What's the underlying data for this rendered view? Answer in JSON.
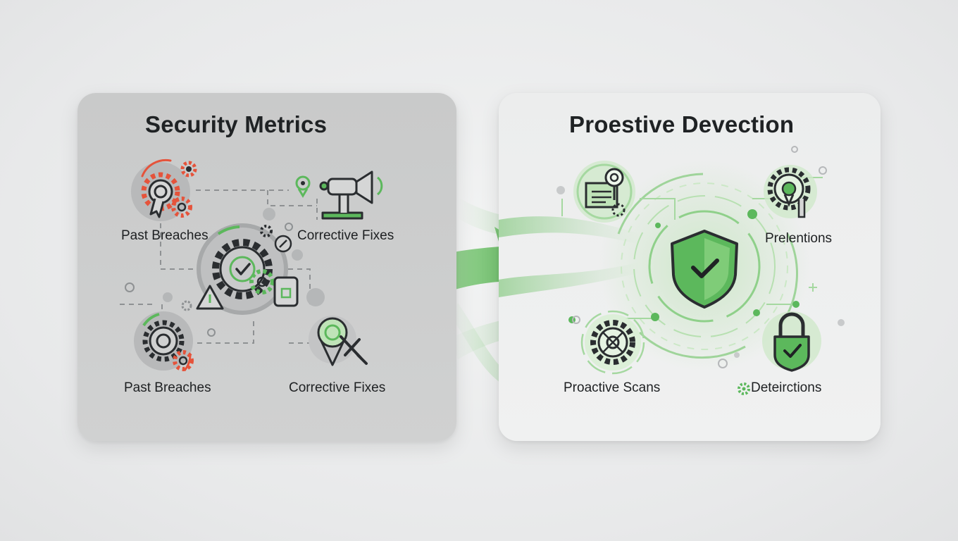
{
  "left_panel": {
    "title": "Security Metrics",
    "labels": {
      "top_left": "Past Breaches",
      "top_right": "Corrective Fixes",
      "bottom_left": "Past Breaches",
      "bottom_right": "Corrective Fixes"
    }
  },
  "right_panel": {
    "title": "Proestive Devection",
    "labels": {
      "top_right": "Prelentions",
      "bottom_left": "Proactive Scans",
      "bottom_right": "Deteirctions"
    }
  },
  "colors": {
    "accent_green": "#5cb85c",
    "light_green": "#a9dba4",
    "alert_red": "#e5533b",
    "outline": "#2a2d30"
  },
  "icons": [
    "gear-cluster-icon",
    "megaphone-icon",
    "central-gear-check-icon",
    "warning-triangle-icon",
    "tablet-icon",
    "map-pin-tools-icon",
    "document-target-icon",
    "location-gear-icon",
    "shield-check-icon",
    "gear-scan-icon",
    "padlock-check-icon",
    "arrow-icon"
  ]
}
